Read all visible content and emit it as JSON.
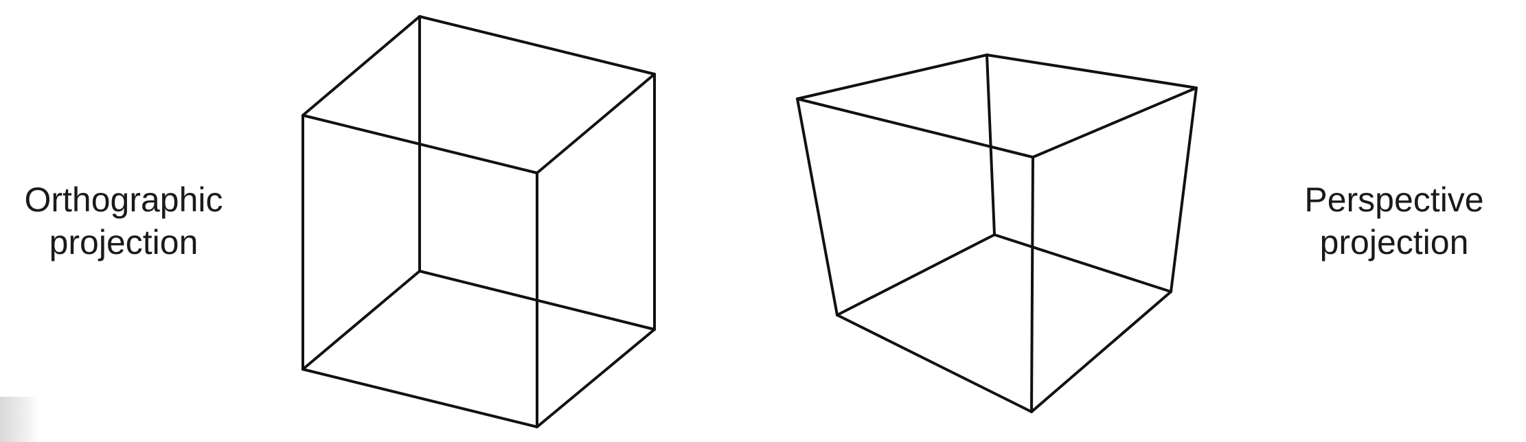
{
  "labels": {
    "orthographic": {
      "line1": "Orthographic",
      "line2": "projection"
    },
    "perspective": {
      "line1": "Perspective",
      "line2": "projection"
    }
  },
  "colors": {
    "background": "#ffffff",
    "line": "#111111",
    "text": "#1a1a1a"
  },
  "figures": [
    {
      "name": "orthographic-cube",
      "shape": "wireframe cube",
      "edges": 12
    },
    {
      "name": "perspective-cube",
      "shape": "wireframe cube",
      "edges": 12
    }
  ]
}
